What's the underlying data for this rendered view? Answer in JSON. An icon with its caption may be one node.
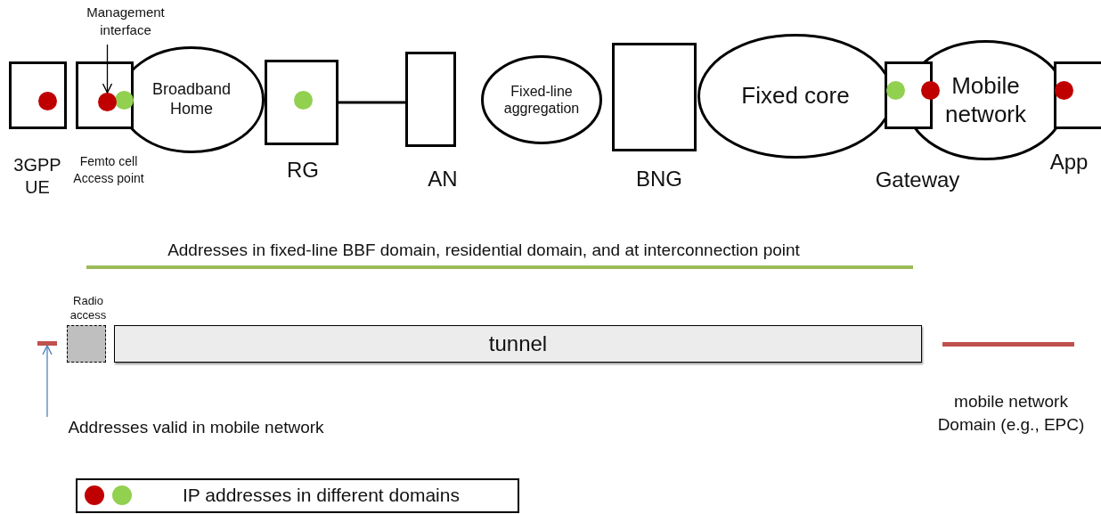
{
  "diagram": {
    "nodes": [
      {
        "text": [
          "Management interface"
        ]
      },
      {
        "text": [],
        "shape": "box",
        "beside": [
          "3GPP UE"
        ]
      },
      {
        "text": [],
        "shape": "box"
      },
      {
        "text": [],
        "shape": "circle",
        "in": 2
      },
      {
        "text": [
          "Broadband Home"
        ]
      },
      {
        "text": [],
        "shape": "box",
        "beside": [
          "RG"
        ]
      },
      {
        "text": [],
        "shape": "box",
        "beside": [
          "AN"
        ]
      },
      {
        "text": [
          "Fixed-line aggregation"
        ]
      },
      {
        "text": [],
        "shape": "box",
        "beside": [
          "BNG"
        ]
      },
      {
        "text": [
          "Fixed core"
        ]
      },
      {
        "text": [],
        "shape": "box"
      },
      {
        "text": [
          "Mobile network"
        ]
      },
      {
        "text": [],
        "shape": "box"
      },
      {
        "text": [],
        "shape": "bar"
      },
      {
        "text": [
          "Radio access"
        ]
      },
      {
        "text": [
          "tunnel"
        ]
      },
      {
        "text": [
          "Addresses valid in mobile network"
        ]
      }
    ],
    "edges": [
      {
        "from": 0,
        "to": 3,
        "arrow": "to"
      },
      {
        "from": 5,
        "to": 6,
        "arrow": "none"
      },
      {
        "from": 16,
        "to": 13,
        "arrow": "to",
        "color": "#4f81bd"
      }
    ],
    "labels": [
      "Femto cell Access point",
      "Gateway",
      "App",
      "Addresses in fixed-line BBF domain, residential domain, and at interconnection point",
      "mobile network Domain (e.g., EPC)"
    ],
    "legend": [
      {
        "text": "IP addresses in different domains"
      }
    ]
  }
}
